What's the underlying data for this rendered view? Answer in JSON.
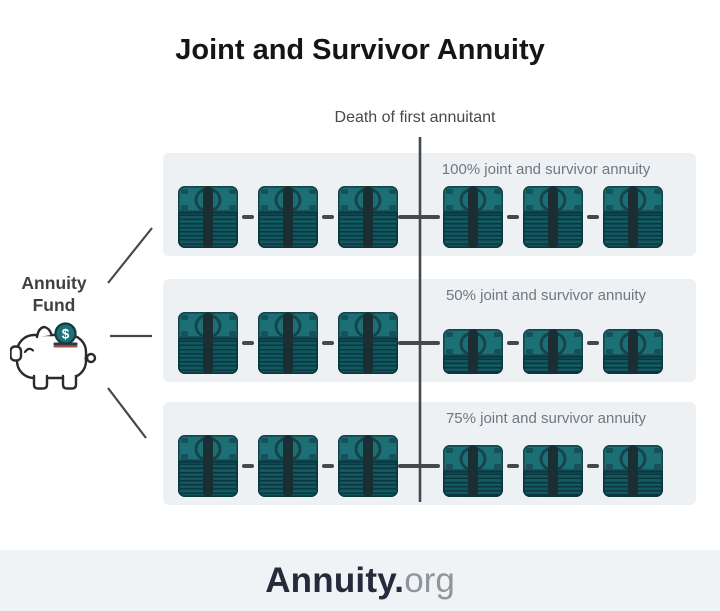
{
  "title": "Joint and Survivor Annuity",
  "death_label": "Death of first annuitant",
  "fund": {
    "line1": "Annuity",
    "line2": "Fund"
  },
  "rows": [
    {
      "label": "100% joint and survivor annuity",
      "left_stacks": 3,
      "right_stacks": 3,
      "right_size": "full"
    },
    {
      "label": "50% joint and survivor annuity",
      "left_stacks": 3,
      "right_stacks": 3,
      "right_size": "half"
    },
    {
      "label": "75% joint and survivor annuity",
      "left_stacks": 3,
      "right_stacks": 3,
      "right_size": "three-quarter"
    }
  ],
  "footer": {
    "brand": "Annuity.",
    "suffix": "org"
  },
  "colors": {
    "bill_teal": "#1d6f76",
    "bill_dark": "#15444b",
    "panel_bg": "#edf1f4",
    "line": "#45494d",
    "coin": "#1e6f76"
  }
}
